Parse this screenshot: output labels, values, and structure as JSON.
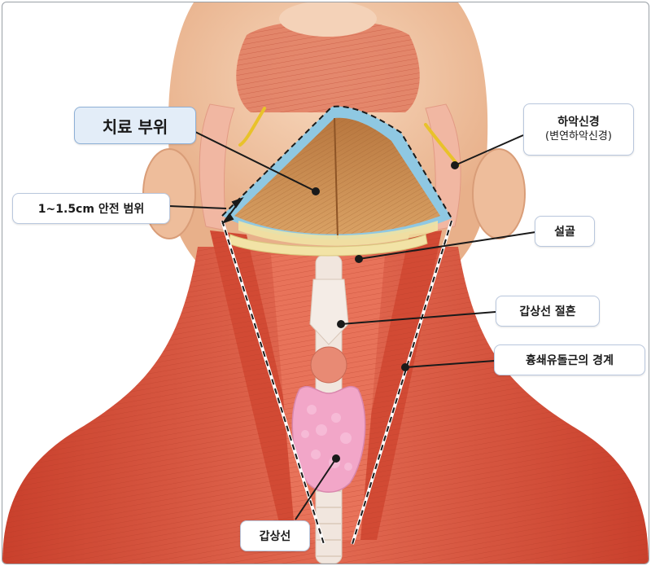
{
  "labels": {
    "treatment_area": "치료 부위",
    "safety_margin": "1~1.5cm 안전 범위",
    "mandibular_nerve": "하악신경",
    "mandibular_nerve_sub": "(변연하악신경)",
    "hyoid": "설골",
    "thyroid_notch": "갑상선 절흔",
    "scm_border": "흉쇄유돌근의 경계",
    "thyroid": "갑상선"
  },
  "colors": {
    "muscle": "#d9553f",
    "muscle_light": "#ec8a70",
    "skin": "#f1c7a6",
    "treatment_fill": "#c98a4e",
    "fat_border": "#8fc8e2",
    "hyoid": "#f2e3a6",
    "thyroid_gland": "#f2a6c8",
    "nerve": "#e8c22a",
    "callout_border": "#b9c7dd",
    "callout_main_bg": "#e3edf8"
  }
}
